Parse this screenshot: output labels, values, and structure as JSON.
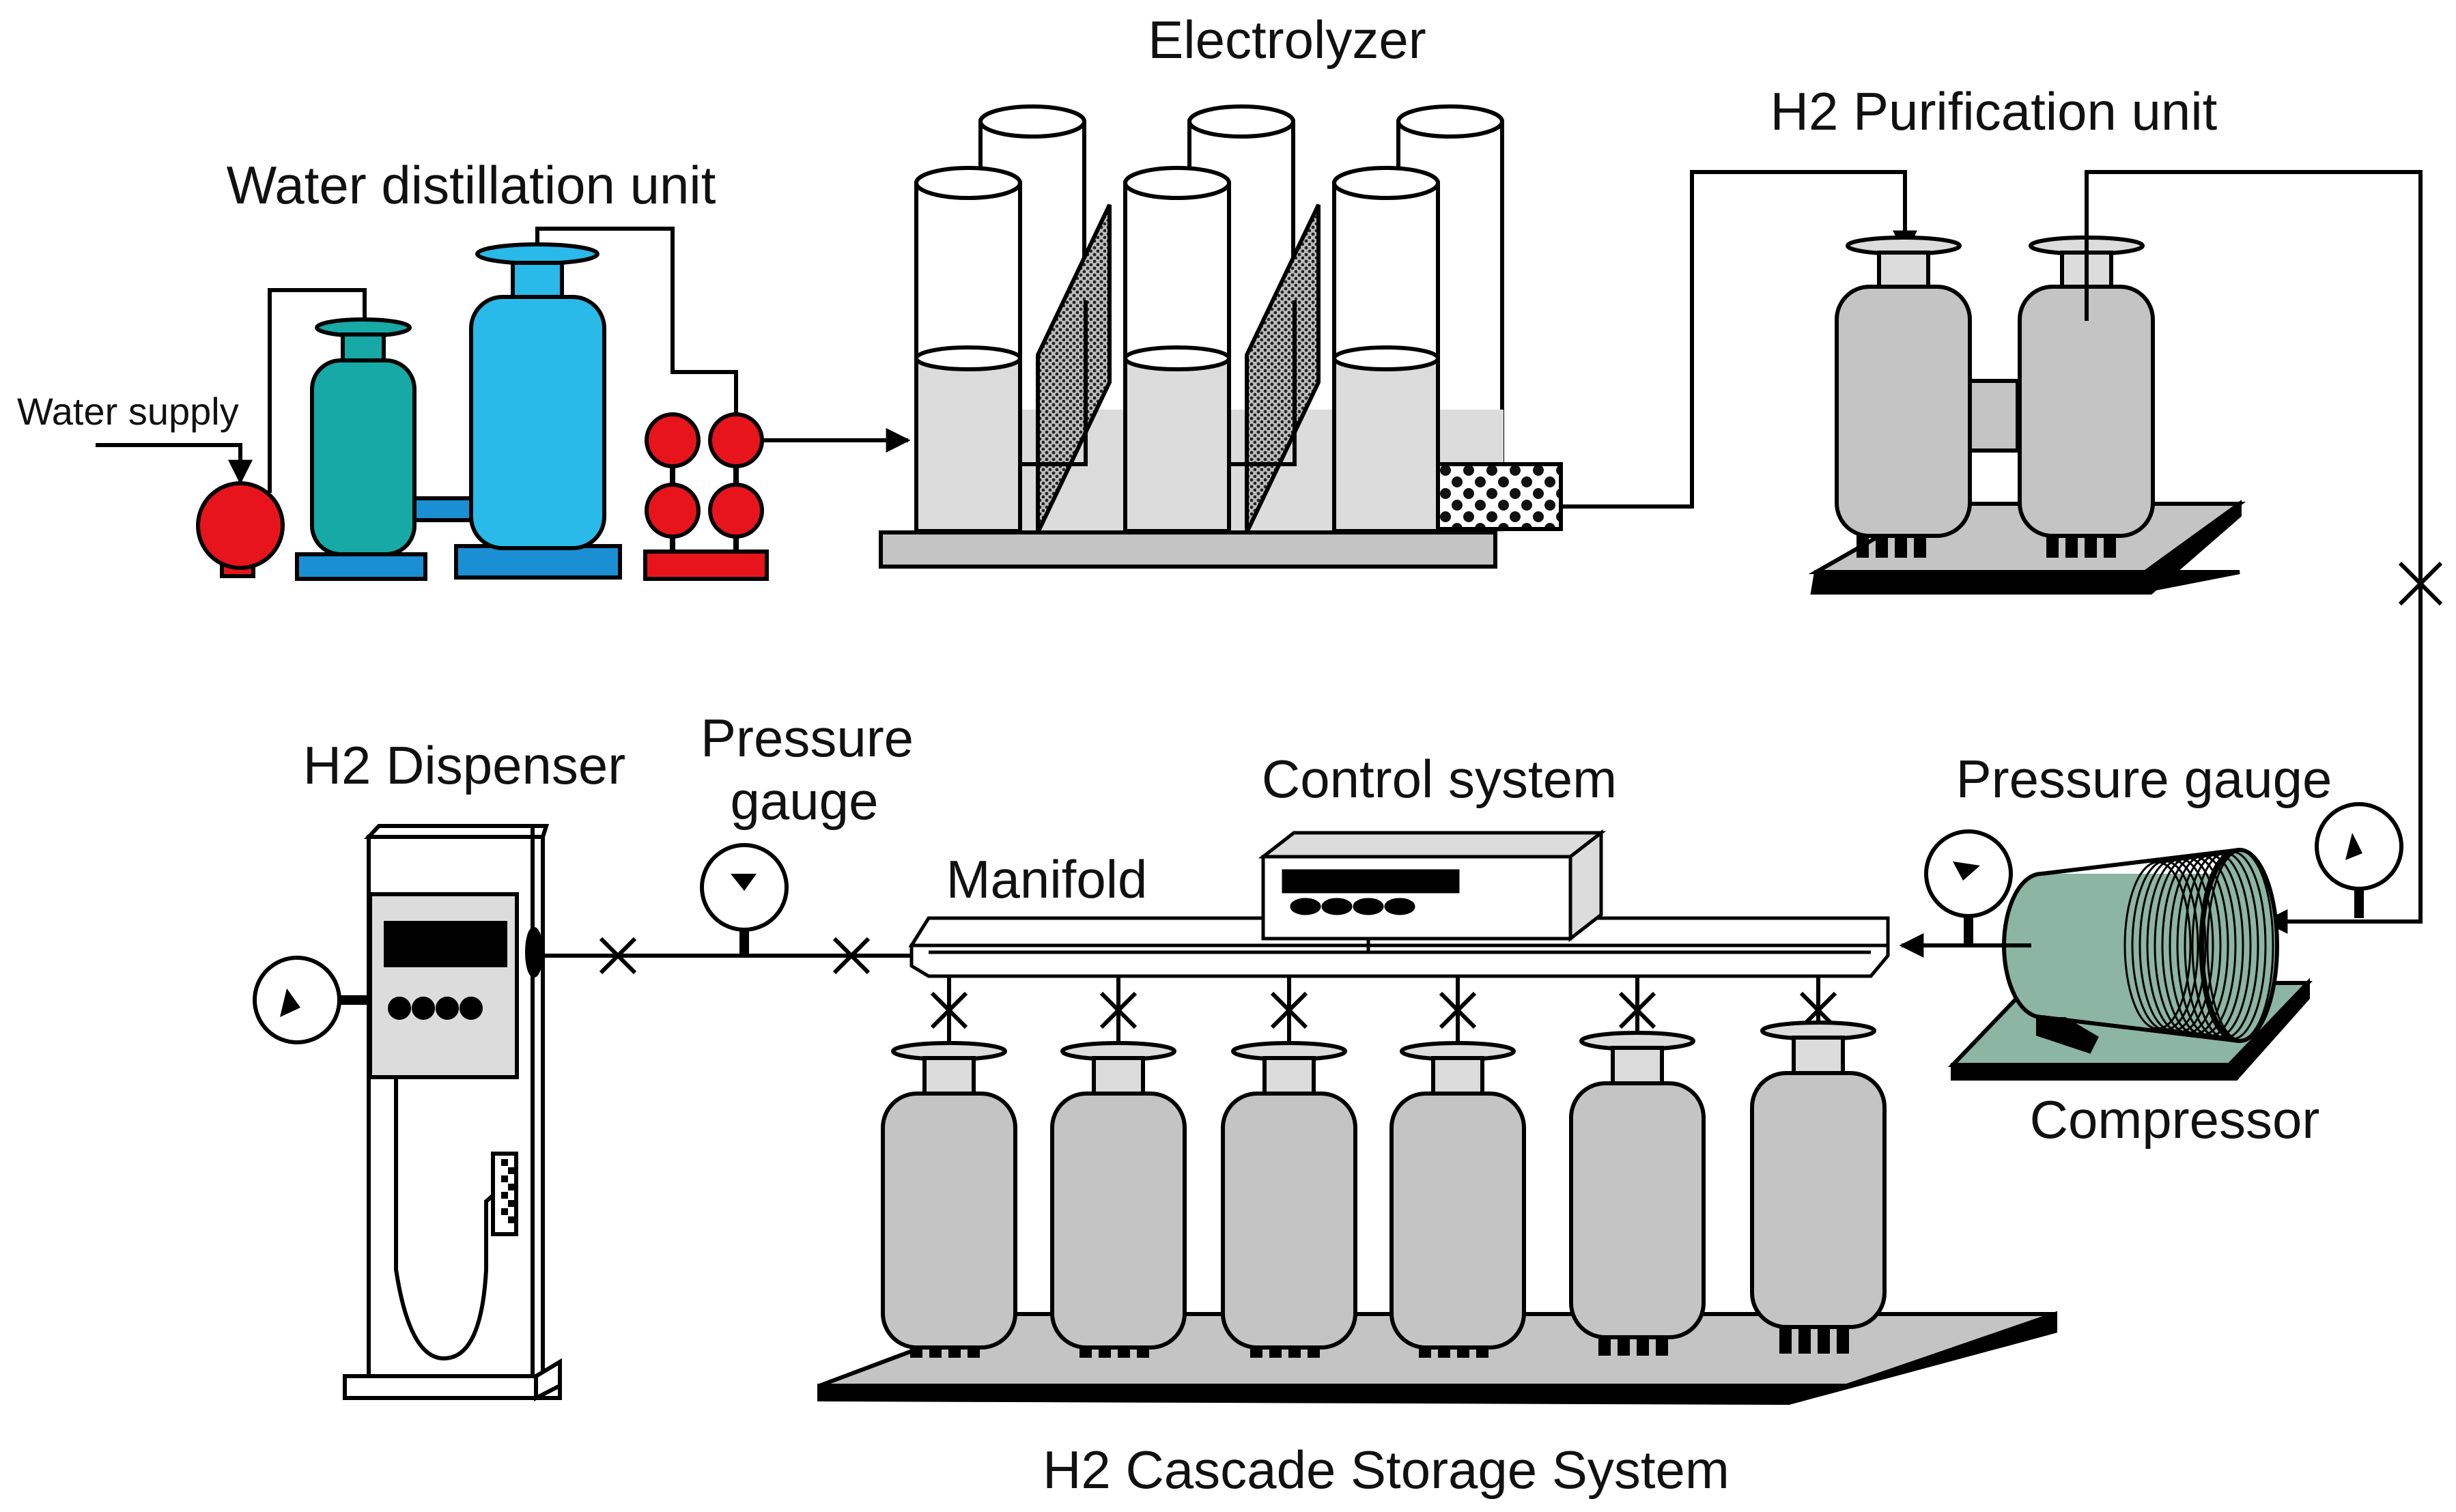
{
  "labels": {
    "electrolyzer": "Electrolyzer",
    "water_distillation": "Water distillation unit",
    "water_supply": "Water supply",
    "purification": "H2 Purification unit",
    "dispenser": "H2 Dispenser",
    "pressure_gauge_left_line1": "Pressure",
    "pressure_gauge_left_line2": "gauge",
    "control_system": "Control system",
    "pressure_gauge_right": "Pressure gauge",
    "manifold": "Manifold",
    "compressor": "Compressor",
    "storage": "H2 Cascade Storage System"
  },
  "colors": {
    "teal": "#16a9a6",
    "sky": "#29baea",
    "blue": "#1b8fd3",
    "red": "#e8141c",
    "gray": "#c4c4c4",
    "light_gray": "#dcdcdc",
    "green": "#8cb5a3",
    "line": "#000000"
  },
  "icons": [
    "cylinder-icon",
    "pump-icon",
    "valve-icon",
    "gauge-icon",
    "pipe-arrow-icon"
  ]
}
